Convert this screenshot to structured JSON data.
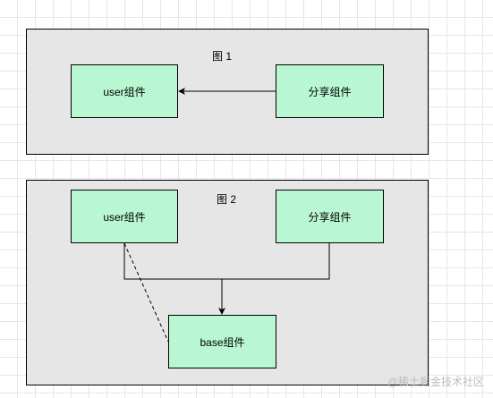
{
  "diagram1": {
    "title": "图 1",
    "nodes": {
      "user": "user组件",
      "share": "分享组件"
    }
  },
  "diagram2": {
    "title": "图 2",
    "nodes": {
      "user": "user组件",
      "share": "分享组件",
      "base": "base组件"
    }
  },
  "watermark": "@稀土掘金技术社区",
  "colors": {
    "panel_fill": "#e6e6e6",
    "node_fill": "#b9f7d2",
    "stroke": "#000000",
    "grid": "#e6e6e6"
  }
}
